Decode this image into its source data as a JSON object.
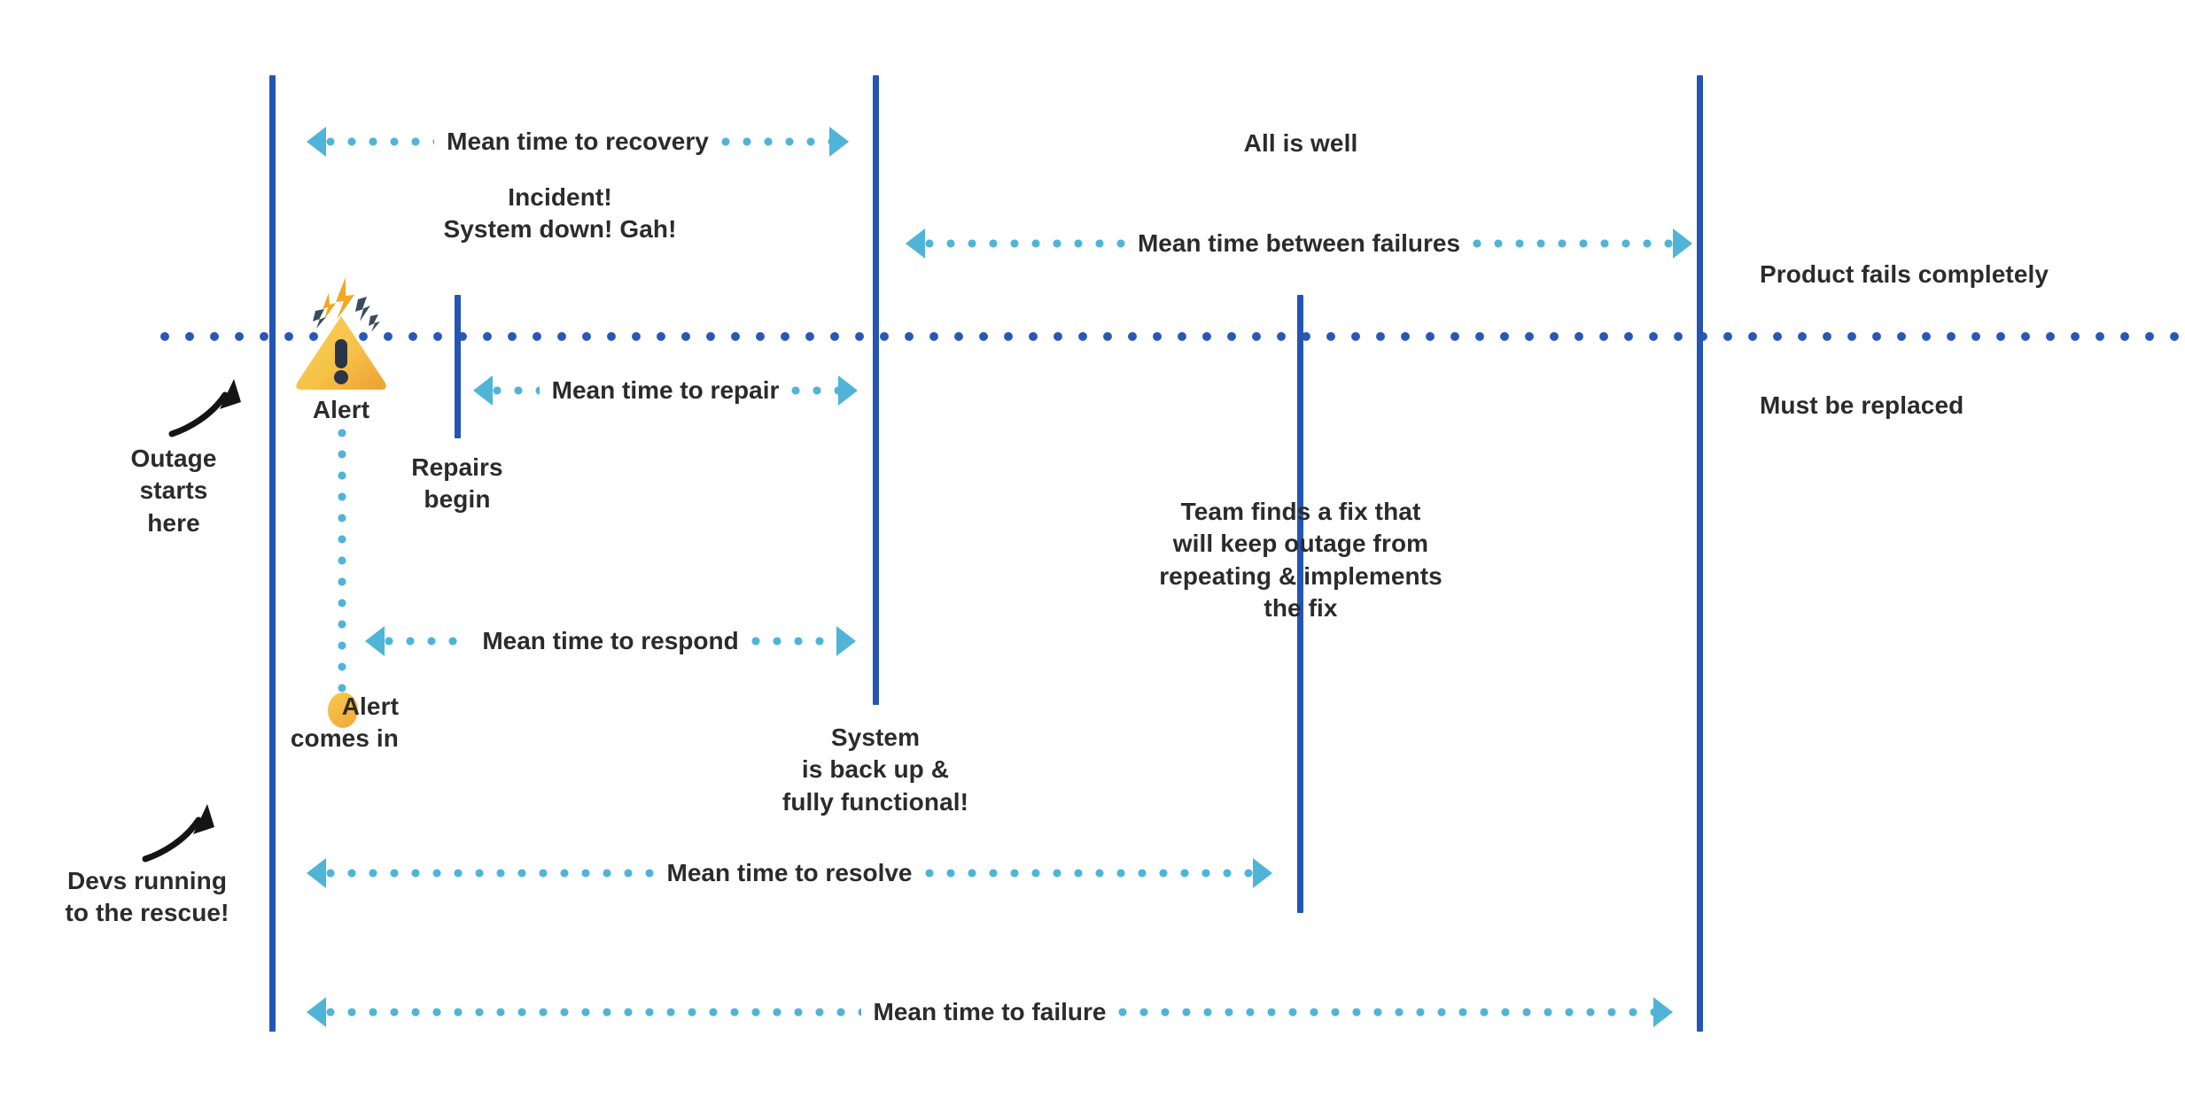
{
  "diagram": {
    "title": "Incident lifecycle timeline: MTTR, MTTF, MTBF metrics",
    "colors": {
      "timeline_blue": "#2455B4",
      "dotted_line_blue": "#2A56B5",
      "measure_arrow_blue": "#4FB4D8",
      "alert_yellow": "#F5C143",
      "alert_orange": "#F0A93C",
      "text_dark": "#2B2B2B"
    },
    "measures": [
      {
        "id": "mean-time-to-recovery",
        "label": "Mean time to recovery"
      },
      {
        "id": "mean-time-to-repair",
        "label": "Mean time to repair"
      },
      {
        "id": "mean-time-to-respond",
        "label": "Mean time to respond"
      },
      {
        "id": "mean-time-to-resolve",
        "label": "Mean time to resolve"
      },
      {
        "id": "mean-time-between-failures",
        "label": "Mean time between failures"
      },
      {
        "id": "mean-time-to-failure",
        "label": "Mean time to failure"
      }
    ],
    "events": {
      "incident": {
        "line1": "Incident!",
        "line2": "System down! Gah!"
      },
      "alert": "Alert",
      "alert_comes_in": {
        "line1": "Alert",
        "line2": "comes in"
      },
      "repairs_begin": {
        "line1": "Repairs",
        "line2": "begin"
      },
      "system_back_up": {
        "line1": "System",
        "line2": "is back up &",
        "line3": "fully functional!"
      },
      "team_fix": {
        "line1": "Team finds a fix that",
        "line2": "will keep outage from",
        "line3": "repeating & implements",
        "line4": "the fix"
      },
      "all_is_well": "All is well",
      "product_fails": "Product fails completely",
      "must_be_replaced": "Must be replaced"
    },
    "annotations": {
      "outage_starts": {
        "line1": "Outage",
        "line2": "starts",
        "line3": "here"
      },
      "devs_running": {
        "line1": "Devs running",
        "line2": "to the rescue!"
      }
    },
    "icons": {
      "alert_triangle": "alert-triangle-icon",
      "alert_dot": "alert-dot-marker",
      "curved_arrow_outage": "curved-arrow-icon",
      "curved_arrow_devs": "curved-arrow-icon"
    }
  }
}
